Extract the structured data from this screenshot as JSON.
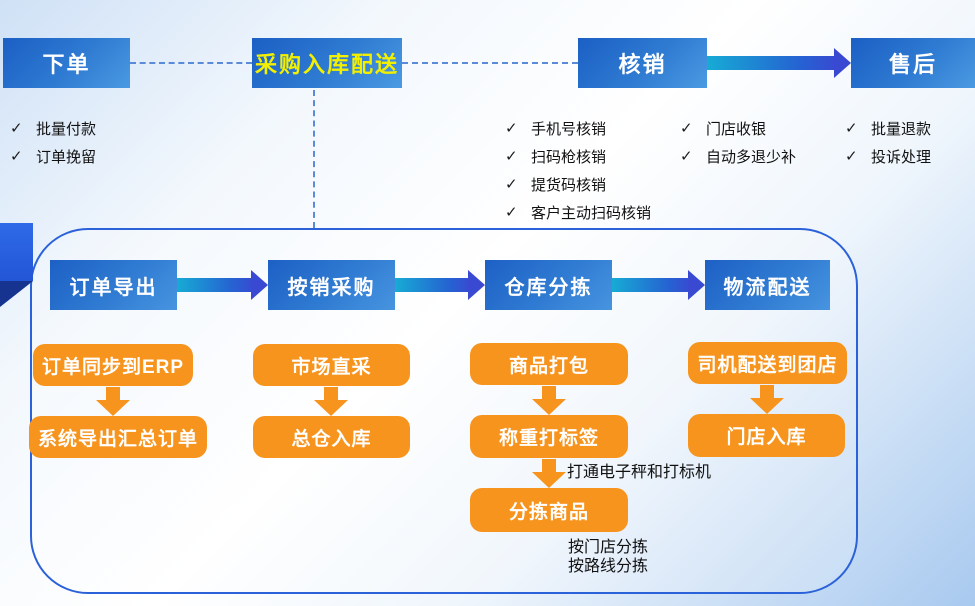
{
  "stages": [
    {
      "label": "下单"
    },
    {
      "label": "采购入库配送"
    },
    {
      "label": "核销"
    },
    {
      "label": "售后"
    }
  ],
  "checklists": {
    "order": {
      "items": [
        "批量付款",
        "订单挽留"
      ]
    },
    "verify_a": {
      "items": [
        "手机号核销",
        "扫码枪核销",
        "提货码核销",
        "客户主动扫码核销"
      ]
    },
    "verify_b": {
      "items": [
        "门店收银",
        "自动多退少补"
      ]
    },
    "aftersale": {
      "items": [
        "批量退款",
        "投诉处理"
      ]
    }
  },
  "panel": {
    "steps": [
      "订单导出",
      "按销采购",
      "仓库分拣",
      "物流配送"
    ],
    "col1": {
      "box1": "订单同步到ERP",
      "box2": "系统导出汇总订单"
    },
    "col2": {
      "box1": "市场直采",
      "box2": "总仓入库"
    },
    "col3": {
      "box1": "商品打包",
      "box2": "称重打标签",
      "box3": "分拣商品",
      "note_mid": "打通电子秤和打标机",
      "note_end_line1": "按门店分拣",
      "note_end_line2": "按路线分拣"
    },
    "col4": {
      "box1": "司机配送到团店",
      "box2": "门店入库"
    }
  },
  "icons": {
    "check": "✓"
  },
  "colors": {
    "stage_highlight_text": "#F2F000",
    "box_blue_dark": "#1B5FC4",
    "box_blue_light": "#4A9AE2",
    "orange": "#F7941D",
    "arrow_gradient_start": "#17ABD4",
    "arrow_gradient_end": "#3A49D2",
    "panel_border": "#2B62D9",
    "dash_line": "#5B8BD8"
  }
}
